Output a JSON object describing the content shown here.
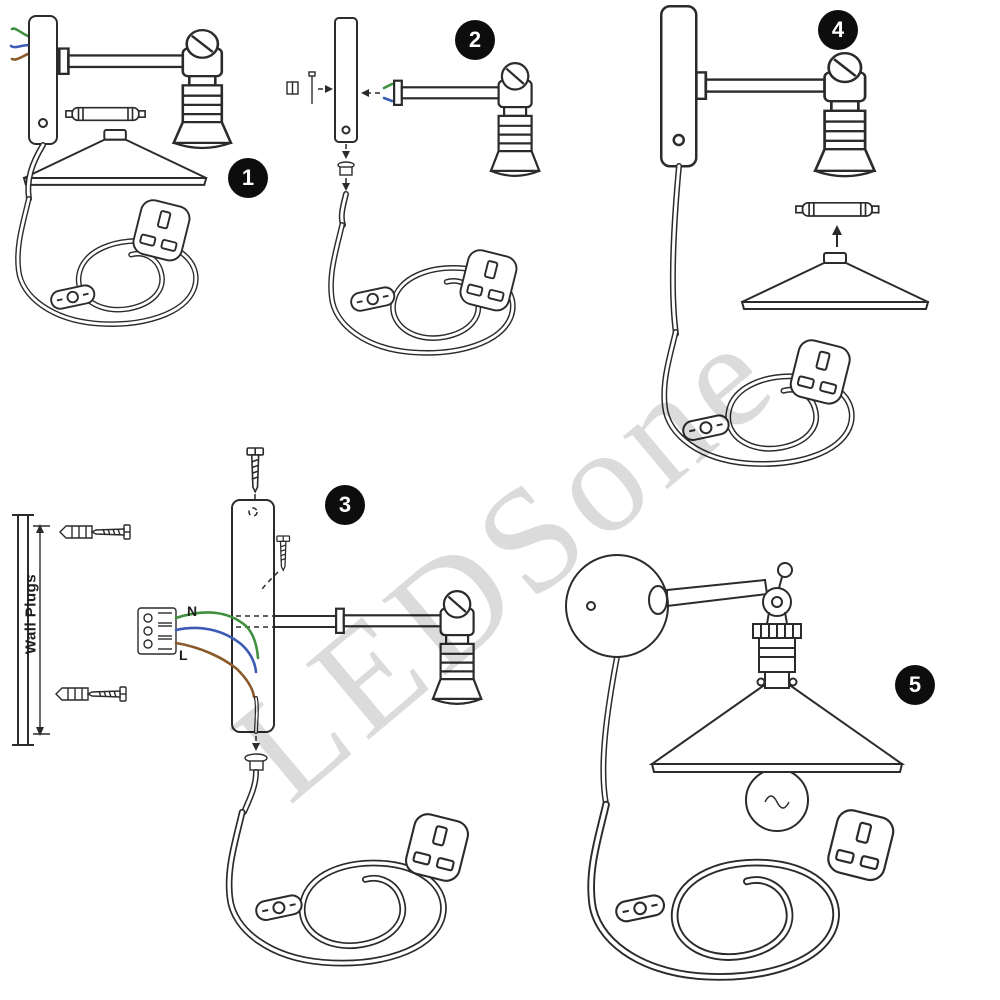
{
  "watermark": "LEDSone",
  "labels": {
    "wall_plugs": "Wall Plugs",
    "neutral": "N",
    "live": "L"
  },
  "steps": [
    {
      "number": "1"
    },
    {
      "number": "2"
    },
    {
      "number": "3"
    },
    {
      "number": "4"
    },
    {
      "number": "5"
    }
  ],
  "colors": {
    "line": "#2b2b2b",
    "badge_bg": "#0d0d0d",
    "badge_text": "#ffffff",
    "wire_green": "#3f8f3f",
    "wire_blue": "#3b5bb5",
    "wire_brown": "#8a5a2b",
    "watermark": "rgba(0,0,0,0.14)",
    "background": "#ffffff"
  }
}
